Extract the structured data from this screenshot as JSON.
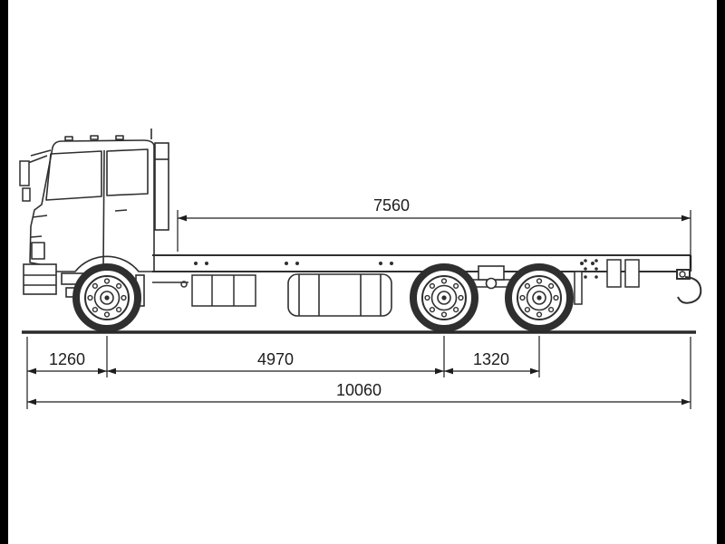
{
  "drawing": {
    "dimensions": {
      "frame_length": "7560",
      "front_overhang": "1260",
      "wheelbase": "4970",
      "rear_axle_spacing": "1320",
      "overall_length": "10060"
    },
    "colors": {
      "line": "#2f2f2f",
      "background": "#ffffff",
      "edge_bars": "#000000"
    }
  }
}
